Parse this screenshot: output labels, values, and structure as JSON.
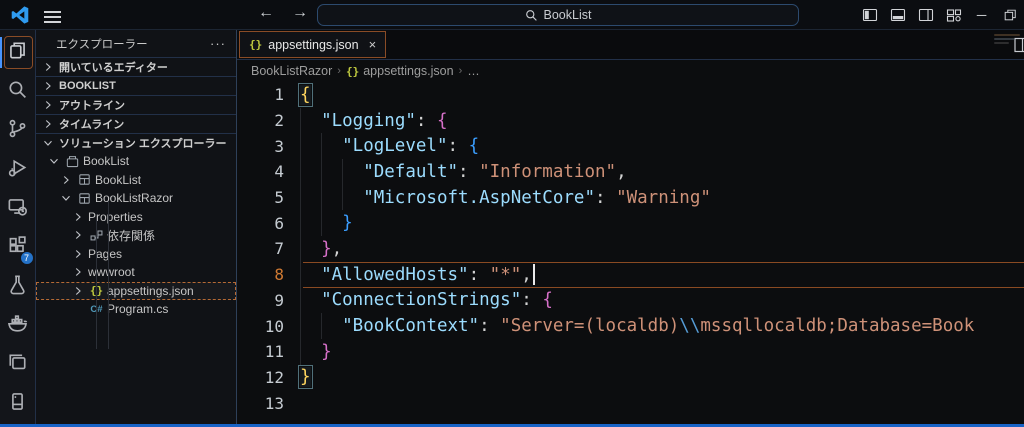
{
  "title_bar": {
    "search_value": "BookList",
    "window_buttons": [
      "layout-sidebar-left",
      "layout-panel",
      "layout-sidebar-right",
      "layout-customize",
      "minimize",
      "restore"
    ]
  },
  "activity_bar": {
    "items": [
      {
        "name": "explorer",
        "icon": "files-icon",
        "active": true
      },
      {
        "name": "search",
        "icon": "search-icon"
      },
      {
        "name": "source-control",
        "icon": "source-control-icon"
      },
      {
        "name": "run-and-debug",
        "icon": "run-debug-icon"
      },
      {
        "name": "remote-explorer",
        "icon": "remote-explorer-icon"
      },
      {
        "name": "extensions",
        "icon": "extensions-icon",
        "badge": "7"
      },
      {
        "name": "testing",
        "icon": "testing-icon"
      },
      {
        "name": "docker",
        "icon": "docker-icon"
      },
      {
        "name": "live-preview",
        "icon": "live-preview-icon"
      },
      {
        "name": "sql-server",
        "icon": "sql-server-icon"
      }
    ]
  },
  "sidebar": {
    "title": "エクスプローラー",
    "menu_label": "···",
    "sections": [
      {
        "label": "開いているエディター",
        "state": "collapsed"
      },
      {
        "label": "BOOKLIST",
        "state": "collapsed"
      },
      {
        "label": "アウトライン",
        "state": "collapsed"
      },
      {
        "label": "タイムライン",
        "state": "collapsed"
      },
      {
        "label": "ソリューション エクスプローラー",
        "state": "expanded"
      }
    ],
    "tree": [
      {
        "label": "BookList",
        "icon": "solution-icon",
        "chevron": "expanded",
        "indent": 1
      },
      {
        "label": "BookList",
        "icon": "project-icon",
        "chevron": "collapsed",
        "indent": 2
      },
      {
        "label": "BookListRazor",
        "icon": "project-icon",
        "chevron": "expanded",
        "indent": 2
      },
      {
        "label": "Properties",
        "icon": null,
        "chevron": "collapsed",
        "indent": 3
      },
      {
        "label": "依存関係",
        "icon": "references-icon",
        "chevron": "collapsed",
        "indent": 3
      },
      {
        "label": "Pages",
        "icon": null,
        "chevron": "collapsed",
        "indent": 3
      },
      {
        "label": "wwwroot",
        "icon": null,
        "chevron": "collapsed",
        "indent": 3
      },
      {
        "label": "appsettings.json",
        "icon": "json-icon",
        "chevron": "collapsed",
        "indent": 3,
        "selected": true
      },
      {
        "label": "Program.cs",
        "icon": "csharp-icon",
        "chevron": null,
        "indent": 3
      }
    ]
  },
  "editor": {
    "tab": {
      "icon": "json-icon",
      "label": "appsettings.json",
      "close_label": "×"
    },
    "breadcrumb": [
      {
        "label": "BookListRazor"
      },
      {
        "label": "appsettings.json",
        "icon": "json-icon"
      },
      {
        "label": "…"
      }
    ],
    "code": {
      "language": "json",
      "lines": [
        {
          "num": "1",
          "tokens": [
            {
              "c": "b1 match",
              "t": "{"
            }
          ]
        },
        {
          "num": "2",
          "tokens": [
            {
              "c": "ig"
            },
            {
              "c": "key",
              "t": "\"Logging\""
            },
            {
              "c": "pun",
              "t": ": "
            },
            {
              "c": "b2",
              "t": "{"
            }
          ]
        },
        {
          "num": "3",
          "tokens": [
            {
              "c": "ig"
            },
            {
              "c": "ig"
            },
            {
              "c": "key",
              "t": "\"LogLevel\""
            },
            {
              "c": "pun",
              "t": ": "
            },
            {
              "c": "b3",
              "t": "{"
            }
          ]
        },
        {
          "num": "4",
          "tokens": [
            {
              "c": "ig"
            },
            {
              "c": "ig"
            },
            {
              "c": "ig"
            },
            {
              "c": "key",
              "t": "\"Default\""
            },
            {
              "c": "pun",
              "t": ": "
            },
            {
              "c": "str",
              "t": "\"Information\""
            },
            {
              "c": "pun",
              "t": ","
            }
          ]
        },
        {
          "num": "5",
          "tokens": [
            {
              "c": "ig"
            },
            {
              "c": "ig"
            },
            {
              "c": "ig"
            },
            {
              "c": "key",
              "t": "\"Microsoft.AspNetCore\""
            },
            {
              "c": "pun",
              "t": ": "
            },
            {
              "c": "str",
              "t": "\"Warning\""
            }
          ]
        },
        {
          "num": "6",
          "tokens": [
            {
              "c": "ig"
            },
            {
              "c": "ig"
            },
            {
              "c": "b3",
              "t": "}"
            }
          ]
        },
        {
          "num": "7",
          "tokens": [
            {
              "c": "ig"
            },
            {
              "c": "b2",
              "t": "}"
            },
            {
              "c": "pun",
              "t": ","
            }
          ]
        },
        {
          "num": "8",
          "current": true,
          "tokens": [
            {
              "c": "ig"
            },
            {
              "c": "key",
              "t": "\"AllowedHosts\""
            },
            {
              "c": "pun",
              "t": ": "
            },
            {
              "c": "str",
              "t": "\"*\""
            },
            {
              "c": "pun",
              "t": ","
            },
            {
              "c": "cursor"
            }
          ]
        },
        {
          "num": "9",
          "tokens": [
            {
              "c": "ig"
            },
            {
              "c": "key",
              "t": "\"ConnectionStrings\""
            },
            {
              "c": "pun",
              "t": ": "
            },
            {
              "c": "b2",
              "t": "{"
            }
          ]
        },
        {
          "num": "10",
          "tokens": [
            {
              "c": "ig"
            },
            {
              "c": "ig"
            },
            {
              "c": "key",
              "t": "\"BookContext\""
            },
            {
              "c": "pun",
              "t": ": "
            },
            {
              "c": "str",
              "t": "\"Server=(localdb)"
            },
            {
              "c": "esc",
              "t": "\\\\"
            },
            {
              "c": "str",
              "t": "mssqllocaldb;Database=Book"
            }
          ]
        },
        {
          "num": "11",
          "tokens": [
            {
              "c": "ig"
            },
            {
              "c": "b2",
              "t": "}"
            }
          ]
        },
        {
          "num": "12",
          "tokens": [
            {
              "c": "b1 match",
              "t": "}"
            }
          ]
        },
        {
          "num": "13",
          "tokens": []
        }
      ]
    }
  },
  "colors": {
    "accent_blue": "#4894fe",
    "focus_orange": "#8a4c26",
    "status_bar_blue": "#1863c6",
    "badge_blue": "#2472c8",
    "json_key": "#9cdcfe",
    "json_string": "#ce9178",
    "bracket_level1": "#ffd65e",
    "bracket_level2": "#d670c8",
    "bracket_level3": "#3b9eff"
  }
}
